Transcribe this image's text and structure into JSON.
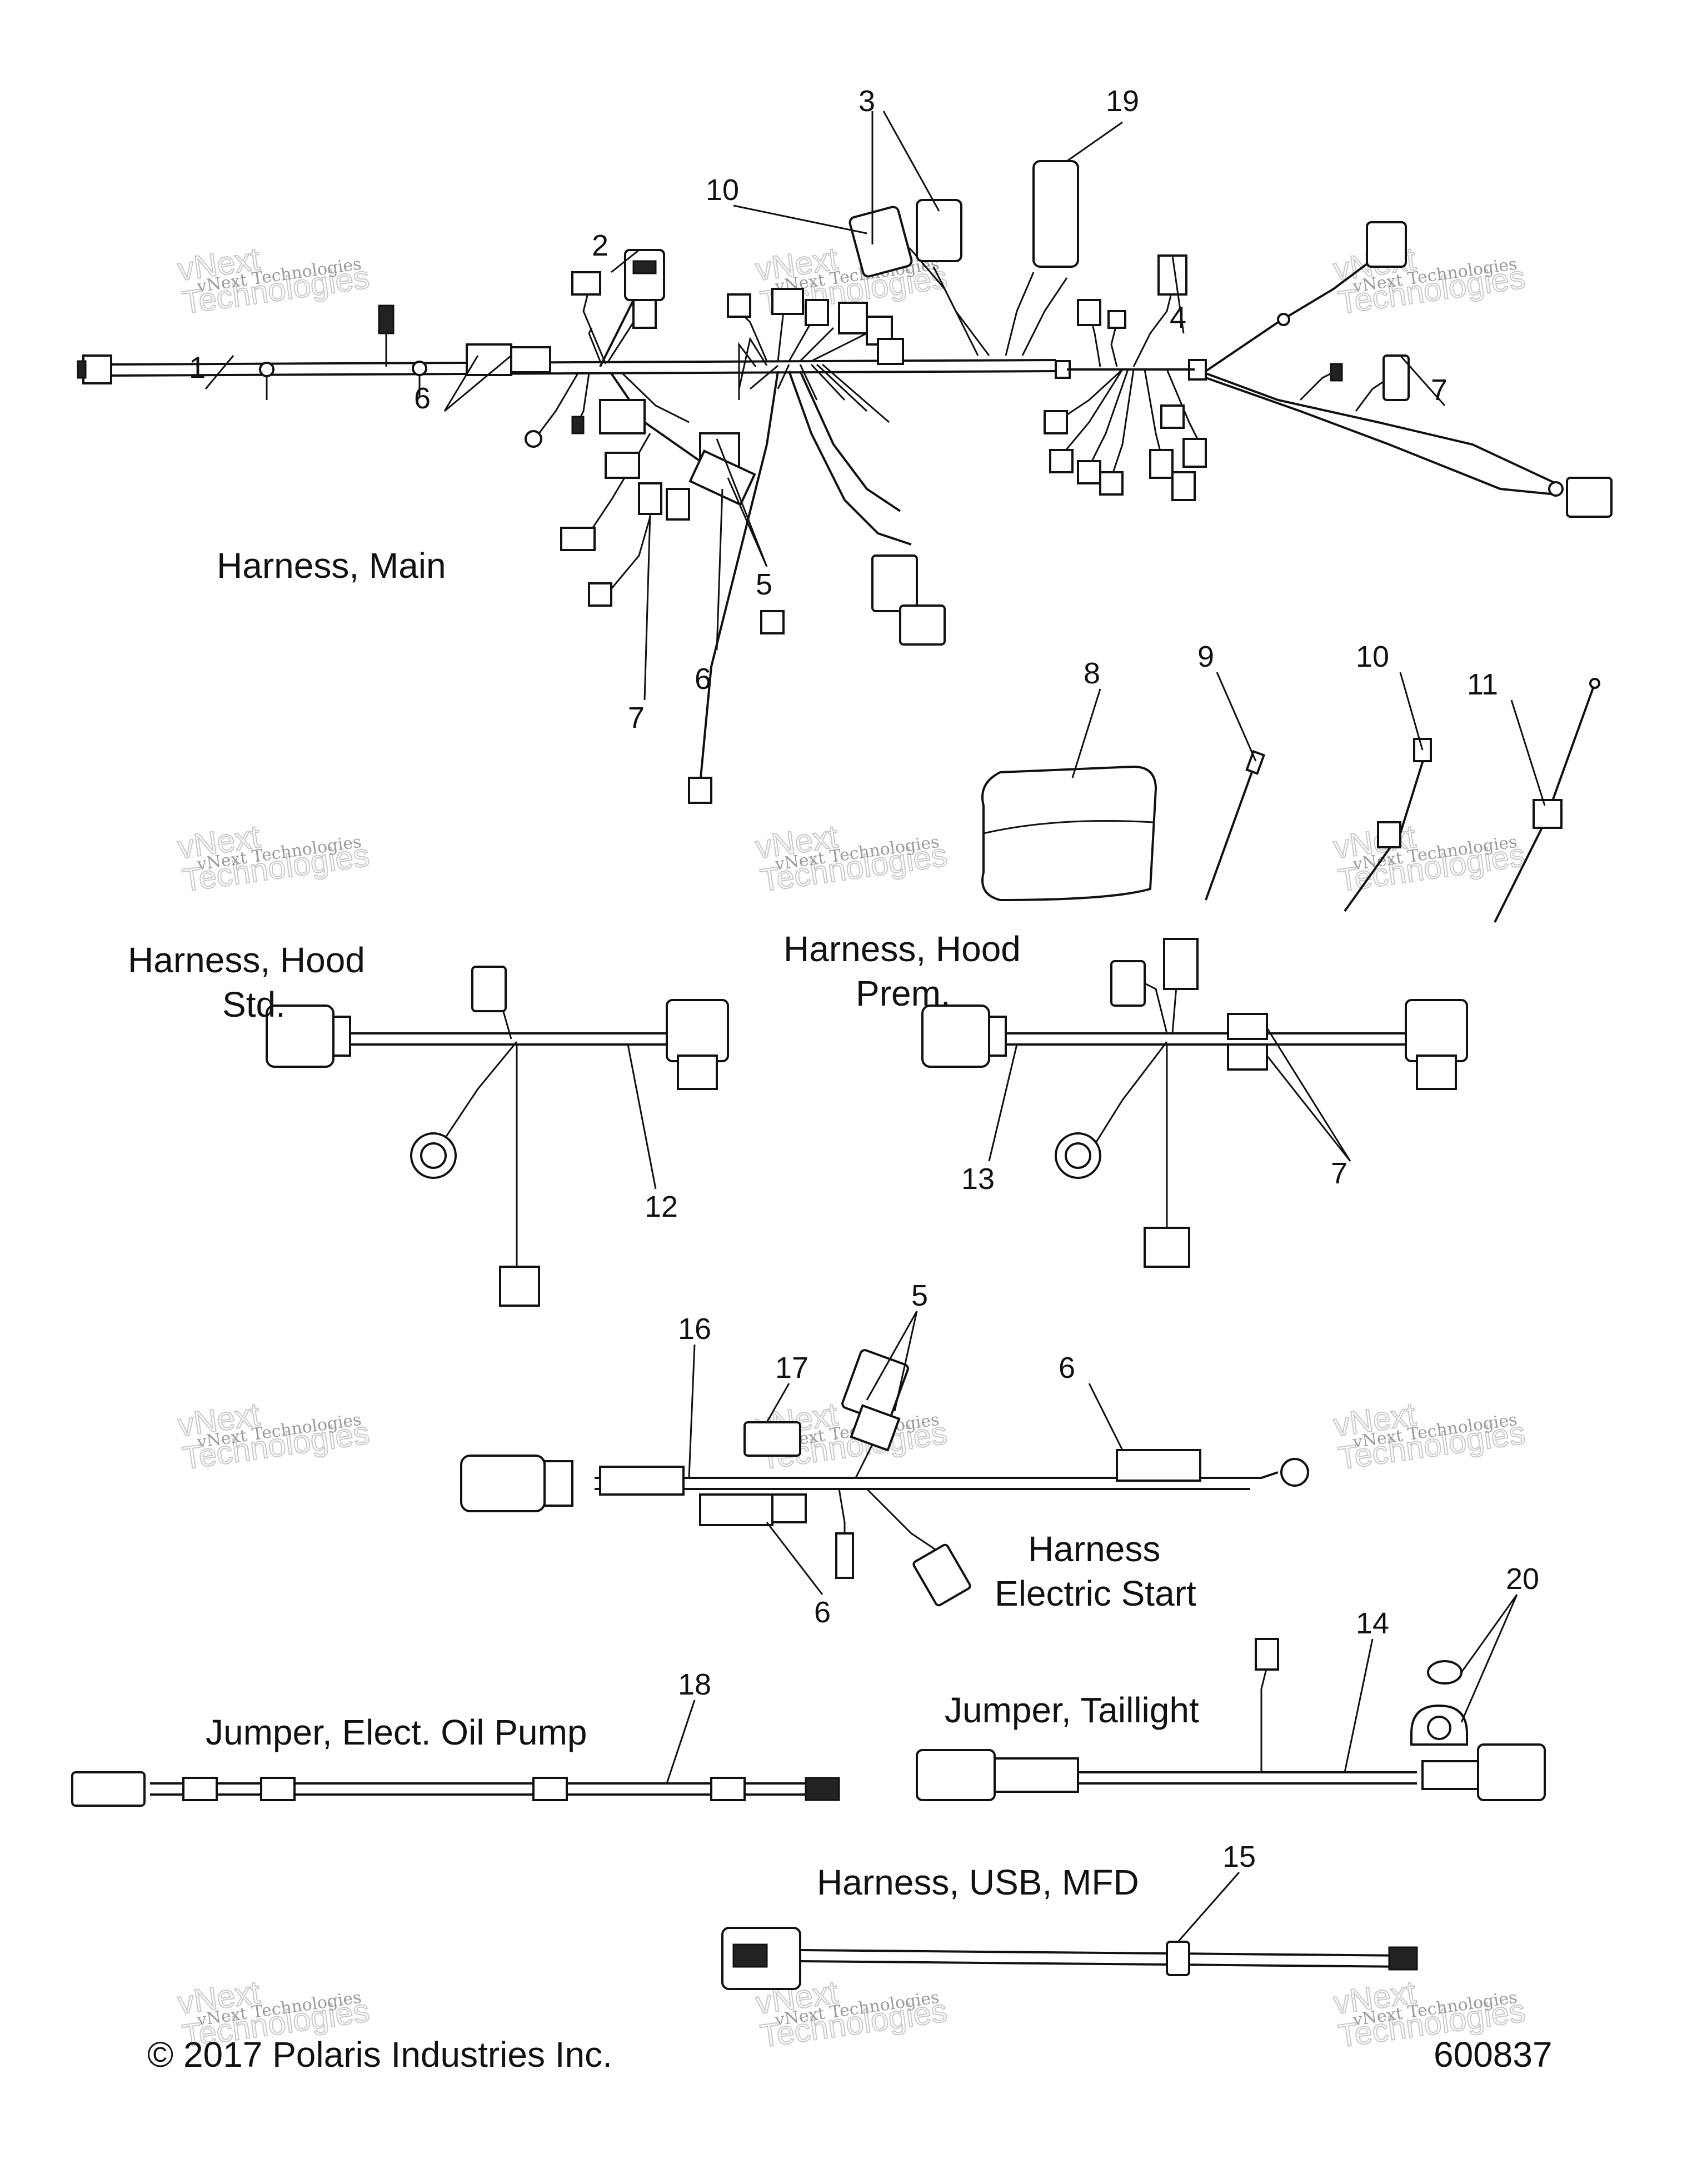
{
  "watermark": {
    "line1": "vNext Technologies",
    "line2": "vNext",
    "line3": "Technologies"
  },
  "labels": {
    "harness_main": "Harness, Main",
    "harness_hood_std_1": "Harness, Hood",
    "harness_hood_std_2": "Std.",
    "harness_hood_prem_1": "Harness, Hood",
    "harness_hood_prem_2": "Prem.",
    "harness_electric_start_1": "Harness",
    "harness_electric_start_2": "Electric Start",
    "jumper_oil_pump": "Jumper, Elect. Oil Pump",
    "jumper_taillight": "Jumper, Taillight",
    "harness_usb_mfd": "Harness, USB, MFD"
  },
  "callouts": {
    "c1": "1",
    "c2": "2",
    "c3": "3",
    "c4": "4",
    "c5a": "5",
    "c5b": "5",
    "c6a": "6",
    "c6b": "6",
    "c6c": "6",
    "c6d": "6",
    "c7a": "7",
    "c7b": "7",
    "c7c": "7",
    "c8": "8",
    "c9": "9",
    "c10a": "10",
    "c10b": "10",
    "c11": "11",
    "c12": "12",
    "c13": "13",
    "c14": "14",
    "c15": "15",
    "c16": "16",
    "c17": "17",
    "c18": "18",
    "c19": "19",
    "c20": "20"
  },
  "footer": {
    "copyright": "© 2017 Polaris Industries Inc.",
    "figure_number": "600837"
  }
}
